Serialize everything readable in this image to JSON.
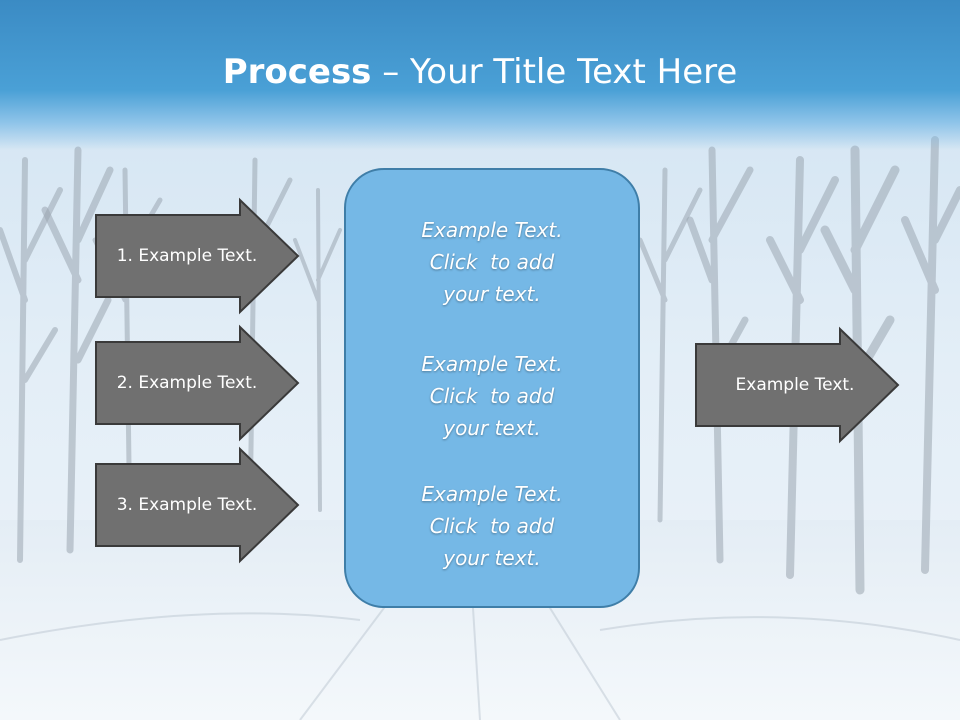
{
  "title": {
    "bold": "Process",
    "rest": " – Your Title Text Here"
  },
  "left_arrows": [
    {
      "label": "1. Example Text."
    },
    {
      "label": "2. Example Text."
    },
    {
      "label": "3. Example Text."
    }
  ],
  "center": {
    "blocks": [
      {
        "line1": "Example Text.",
        "line2": "Click  to add",
        "line3": "your text."
      },
      {
        "line1": "Example Text.",
        "line2": "Click  to add",
        "line3": "your text."
      },
      {
        "line1": "Example Text.",
        "line2": "Click  to add",
        "line3": "your text."
      }
    ]
  },
  "right_arrow": {
    "label": "Example Text."
  },
  "colors": {
    "header": "#3b8bc4",
    "arrow_fill": "#707070",
    "arrow_stroke": "#3a3a3a",
    "center_fill": "#75b8e6",
    "center_stroke": "#3f7ea8"
  }
}
